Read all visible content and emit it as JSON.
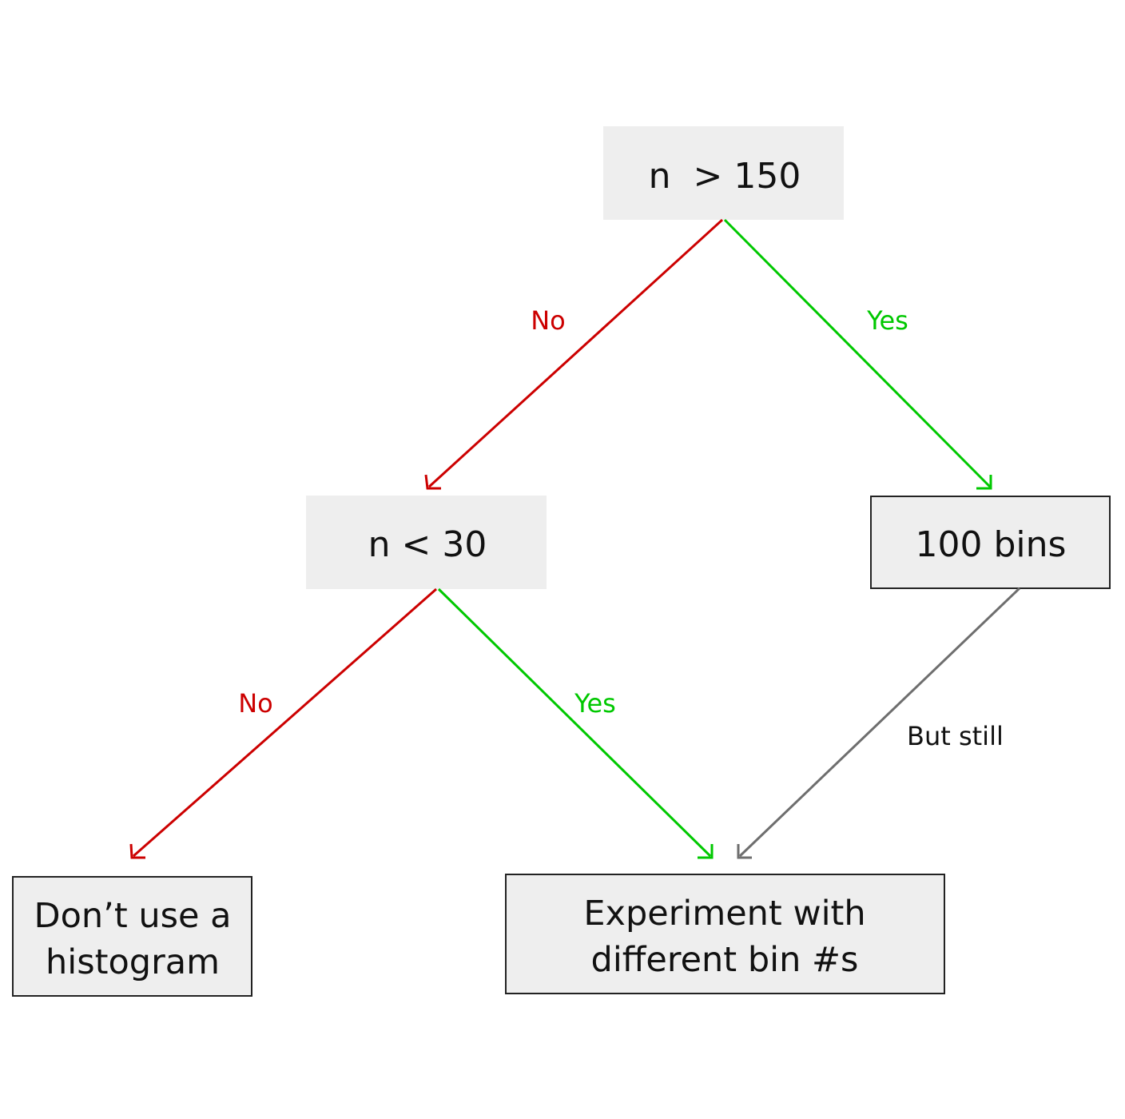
{
  "colors": {
    "no": "#cc0000",
    "yes": "#00c800",
    "neutral": "#6e6e6e",
    "node_fill": "#eeeeee",
    "node_border": "#222222",
    "text": "#111111"
  },
  "nodes": {
    "n_gt_150": {
      "label": "n  > 150"
    },
    "n_lt_30": {
      "label": "n < 30"
    },
    "bins_100": {
      "label": "100 bins"
    },
    "dont_use": {
      "line1": "Don’t use a",
      "line2": "histogram"
    },
    "experiment": {
      "line1": "Experiment with",
      "line2": "different bin #s"
    }
  },
  "edges": {
    "top_no": {
      "label": "No"
    },
    "top_yes": {
      "label": "Yes"
    },
    "mid_no": {
      "label": "No"
    },
    "mid_yes": {
      "label": "Yes"
    },
    "but_still": {
      "label": "But still"
    }
  }
}
